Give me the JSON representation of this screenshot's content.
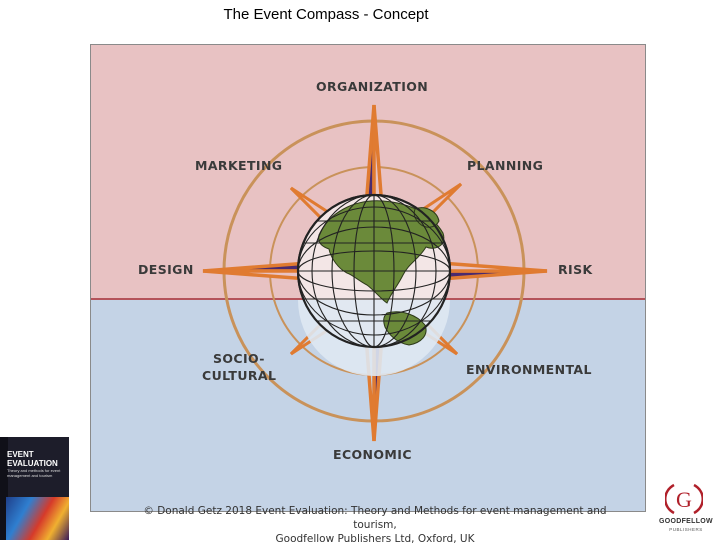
{
  "slide": {
    "title": "The Event Compass - Concept"
  },
  "compass": {
    "labels": {
      "organization": "ORGANIZATION",
      "marketing": "MARKETING",
      "planning": "PLANNING",
      "design": "DESIGN",
      "risk": "RISK",
      "socio_cultural_1": "SOCIO-",
      "socio_cultural_2": "CULTURAL",
      "environmental": "ENVIRONMENTAL",
      "economic": "ECONOMIC"
    },
    "colors": {
      "top_background": "#e8c2c3",
      "bottom_background": "#c4d3e6",
      "divider": "#b4535a",
      "needle_outline": "#e07b31",
      "needle_fill": "#4a2a6e",
      "globe_land": "#6b8a3a",
      "globe_grid": "#222222"
    }
  },
  "credit": {
    "line1": "© Donald Getz 2018 Event Evaluation: Theory and Methods for event management and tourism,",
    "line2": "Goodfellow Publishers Ltd, Oxford, UK"
  },
  "book_cover": {
    "title_line1": "EVENT",
    "title_line2": "EVALUATION",
    "subtitle": "Theory and methods for event management and tourism"
  },
  "publisher_logo": {
    "letter": "G",
    "name": "GOODFELLOW",
    "tagline": "PUBLISHERS"
  }
}
